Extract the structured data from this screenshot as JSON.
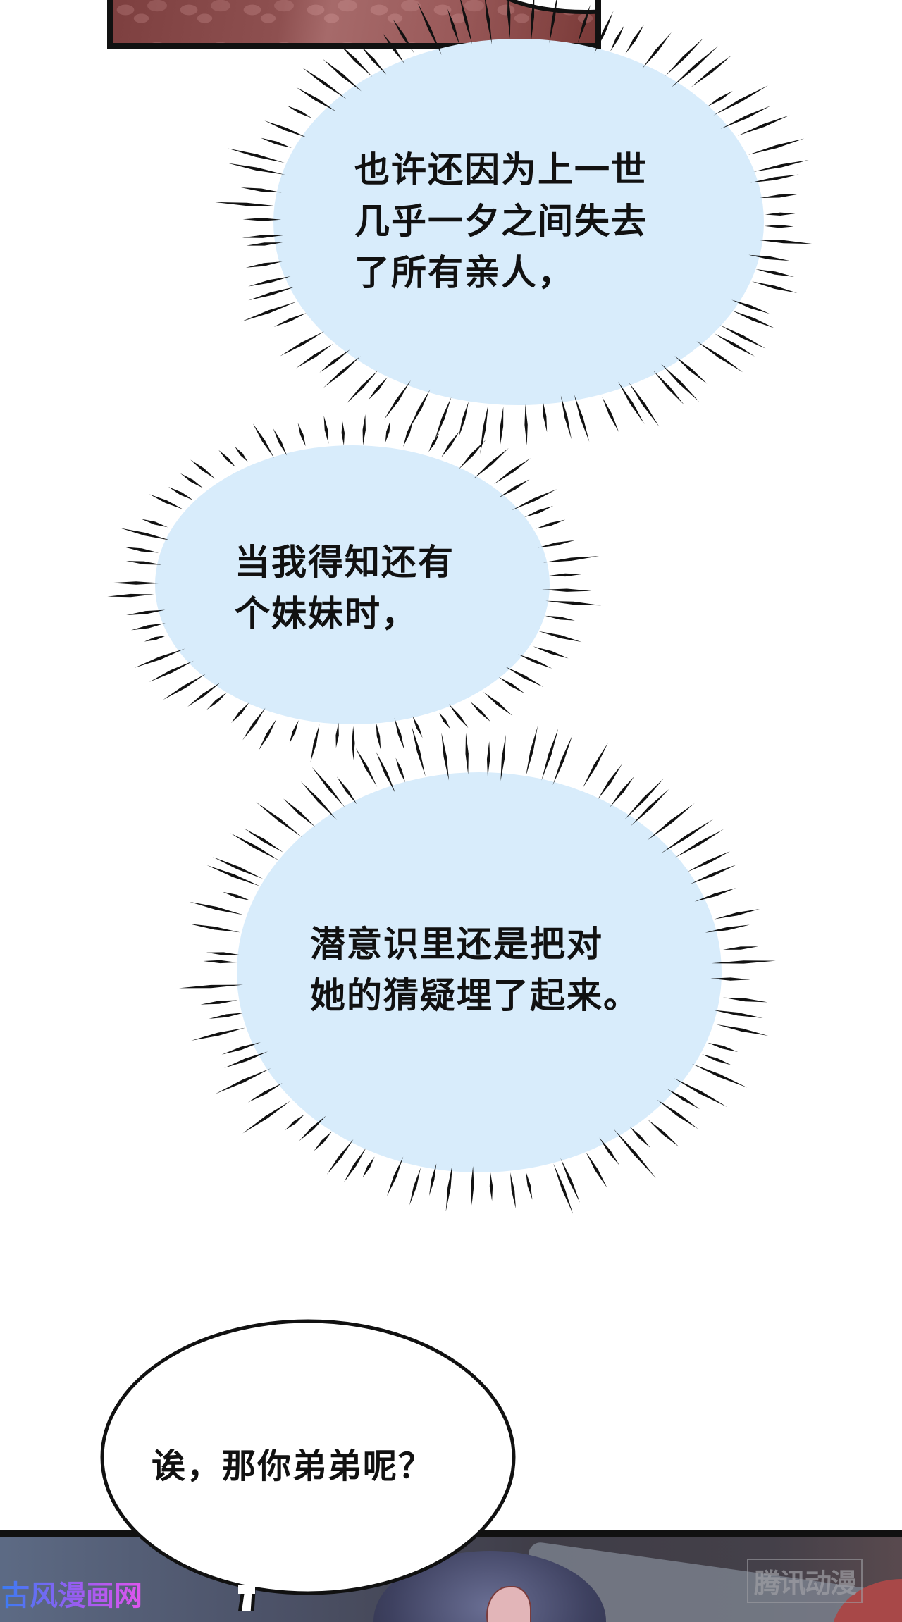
{
  "page": {
    "type": "manga-strip",
    "colors": {
      "thought_bubble_fill": "#d8ecfb",
      "burst_line": "#111111",
      "speech_bubble_fill": "#ffffff",
      "panel_border": "#111111"
    }
  },
  "thought_bubbles": [
    {
      "lines": [
        "也许还因为上一世",
        "几乎一夕之间失去",
        "了所有亲人，"
      ]
    },
    {
      "lines": [
        "当我得知还有",
        "个妹妹时，"
      ]
    },
    {
      "lines": [
        "潜意识里还是把对",
        "她的猜疑埋了起来。"
      ]
    }
  ],
  "speech_bubble": {
    "text": "诶，那你弟弟呢？"
  },
  "watermarks": {
    "left": "古风漫画网",
    "right": "腾讯动漫"
  }
}
